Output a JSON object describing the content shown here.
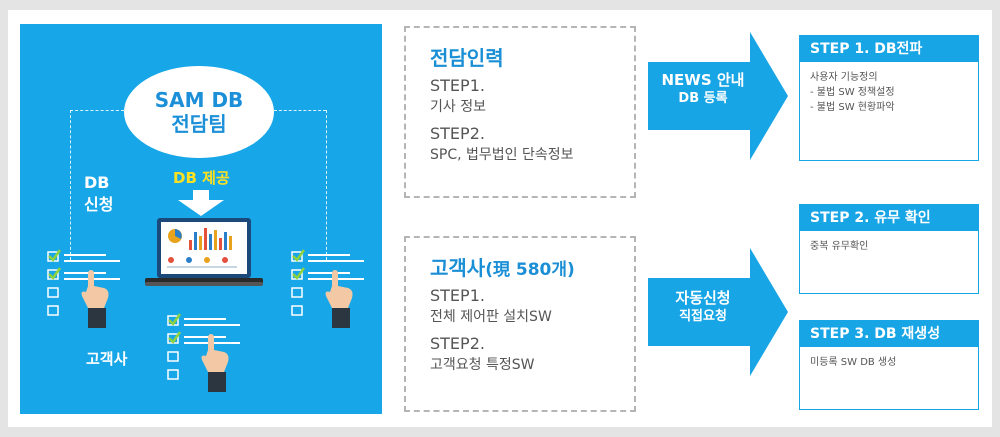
{
  "panel": {
    "team_line1": "SAM DB",
    "team_line2": "전담팀",
    "db_request_line1": "DB",
    "db_request_line2": "신청",
    "db_provide": "DB 제공",
    "customer": "고객사"
  },
  "input_box": {
    "title": "전담인력",
    "step1": "STEP1.",
    "step1_desc": "기사 정보",
    "step2": "STEP2.",
    "step2_desc": "SPC, 법무법인 단속정보"
  },
  "customer_box": {
    "title": "고객사",
    "title_sub": "(現 580개)",
    "step1": "STEP1.",
    "step1_desc": "전체 제어판 설치SW",
    "step2": "STEP2.",
    "step2_desc": "고객요청 특정SW"
  },
  "arrow_top": {
    "line1": "NEWS 안내",
    "line2": "DB 등록"
  },
  "arrow_bottom": {
    "line1": "자동신청",
    "line2": "직접요청"
  },
  "steps": [
    {
      "title": "STEP 1. DB전파",
      "lines": [
        "사용자 기능정의",
        "- 불법 SW 정책설정",
        "- 불법 SW 현황파악"
      ]
    },
    {
      "title": "STEP 2. 유무 확인",
      "lines": [
        "중복 유무확인"
      ]
    },
    {
      "title": "STEP 3. DB 재생성",
      "lines": [
        "미등록 SW DB 생성"
      ]
    }
  ],
  "colors": {
    "panel_blue": "#17a6e8",
    "accent_yellow": "#ffe21f",
    "title_blue": "#1a8fd6"
  }
}
